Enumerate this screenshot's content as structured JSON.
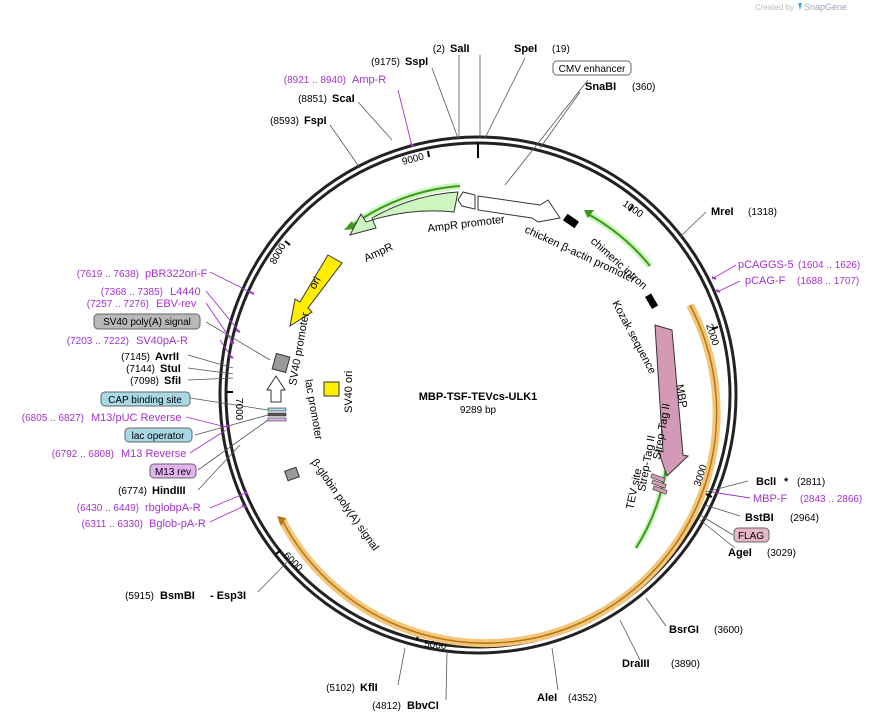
{
  "watermark": {
    "created_by": "Created by",
    "brand": "SnapGene"
  },
  "map": {
    "title": "MBP-TSF-TEVcs-ULK1",
    "length": "9289 bp",
    "ticks": [
      "1000",
      "2000",
      "3000",
      "4000",
      "5000",
      "6000",
      "7000",
      "8000",
      "9000"
    ]
  },
  "enzymes": {
    "sali": {
      "pos": "(2)",
      "name": "SalI"
    },
    "spei": {
      "name": "SpeI",
      "pos": "(19)"
    },
    "sspi": {
      "pos": "(9175)",
      "name": "SspI"
    },
    "snabi": {
      "name": "SnaBI",
      "pos": "(360)"
    },
    "scai": {
      "pos": "(8851)",
      "name": "ScaI"
    },
    "fspi": {
      "pos": "(8593)",
      "name": "FspI"
    },
    "mrei": {
      "name": "MreI",
      "pos": "(1318)"
    },
    "avrii": {
      "pos": "(7145)",
      "name": "AvrII"
    },
    "stui": {
      "pos": "(7144)",
      "name": "StuI"
    },
    "sfii": {
      "pos": "(7098)",
      "name": "SfiI"
    },
    "hindiii": {
      "pos": "(6774)",
      "name": "HindIII"
    },
    "bcli": {
      "name": "BclI",
      "star": "*",
      "pos": "(2811)"
    },
    "bstbi": {
      "name": "BstBI",
      "pos": "(2964)"
    },
    "agei": {
      "name": "AgeI",
      "pos": "(3029)"
    },
    "bsmbi": {
      "pos": "(5915)",
      "name": "BsmBI",
      "name2": "- Esp3I"
    },
    "bsrgi": {
      "name": "BsrGI",
      "pos": "(3600)"
    },
    "draiii": {
      "name": "DraIII",
      "pos": "(3890)"
    },
    "alei": {
      "name": "AleI",
      "pos": "(4352)"
    },
    "kfli": {
      "pos": "(5102)",
      "name": "KflI"
    },
    "bbvci": {
      "pos": "(4812)",
      "name": "BbvCI"
    }
  },
  "primers": {
    "ampr": {
      "range": "(8921 .. 8940)",
      "name": "Amp-R"
    },
    "pbr322": {
      "range": "(7619 .. 7638)",
      "name": "pBR322ori-F"
    },
    "l4440": {
      "range": "(7368 .. 7385)",
      "name": "L4440"
    },
    "ebv": {
      "range": "(7257 .. 7276)",
      "name": "EBV-rev"
    },
    "sv40pa": {
      "range": "(7203 .. 7222)",
      "name": "SV40pA-R"
    },
    "m13puc": {
      "range": "(6805 .. 6827)",
      "name": "M13/pUC Reverse"
    },
    "m13r": {
      "range": "(6792 .. 6808)",
      "name": "M13 Reverse"
    },
    "rbglob": {
      "range": "(6430 .. 6449)",
      "name": "rbglobpA-R"
    },
    "bglob": {
      "range": "(6311 .. 6330)",
      "name": "Bglob-pA-R"
    },
    "pcaggs": {
      "name": "pCAGGS-5",
      "range": "(1604 .. 1626)"
    },
    "pcagf": {
      "name": "pCAG-F",
      "range": "(1688 .. 1707)"
    },
    "mbpf": {
      "name": "MBP-F",
      "range": "(2843 .. 2866)"
    }
  },
  "boxed_features": {
    "cmv": "CMV enhancer",
    "sv40pa": "SV40 poly(A) signal",
    "cap": "CAP binding site",
    "laco": "lac operator",
    "m13rev": "M13 rev",
    "flag": "FLAG"
  },
  "features": {
    "amp_promoter": "AmpR promoter",
    "actin_promoter": "chicken β-actin promoter",
    "chimeric_intron": "chimeric intron",
    "kozak": "Kozak sequence",
    "mbp": "MBP",
    "strep1": "Strep-Tag II",
    "strep2": "Strep-Tag II",
    "tev": "TEV site",
    "ampr": "AmpR",
    "ori": "ori",
    "sv40_promoter": "SV40 promoter",
    "sv40_ori": "SV40 ori",
    "lac_promoter": "lac promoter",
    "bglobin": "β-globin poly(A) signal"
  },
  "colors": {
    "backbone": "#222222",
    "purple": "#a233cc",
    "green": "#3a9a1a",
    "green_fill": "#ccf5c0",
    "orange": "#f4c57a",
    "yellow": "#ffee00",
    "mbp": "#d49ab5",
    "cap_box": "#a9d8e6",
    "gray_box": "#b8b8b8",
    "m13_box": "#e3b3ef",
    "flag_box": "#e8b6c8"
  }
}
